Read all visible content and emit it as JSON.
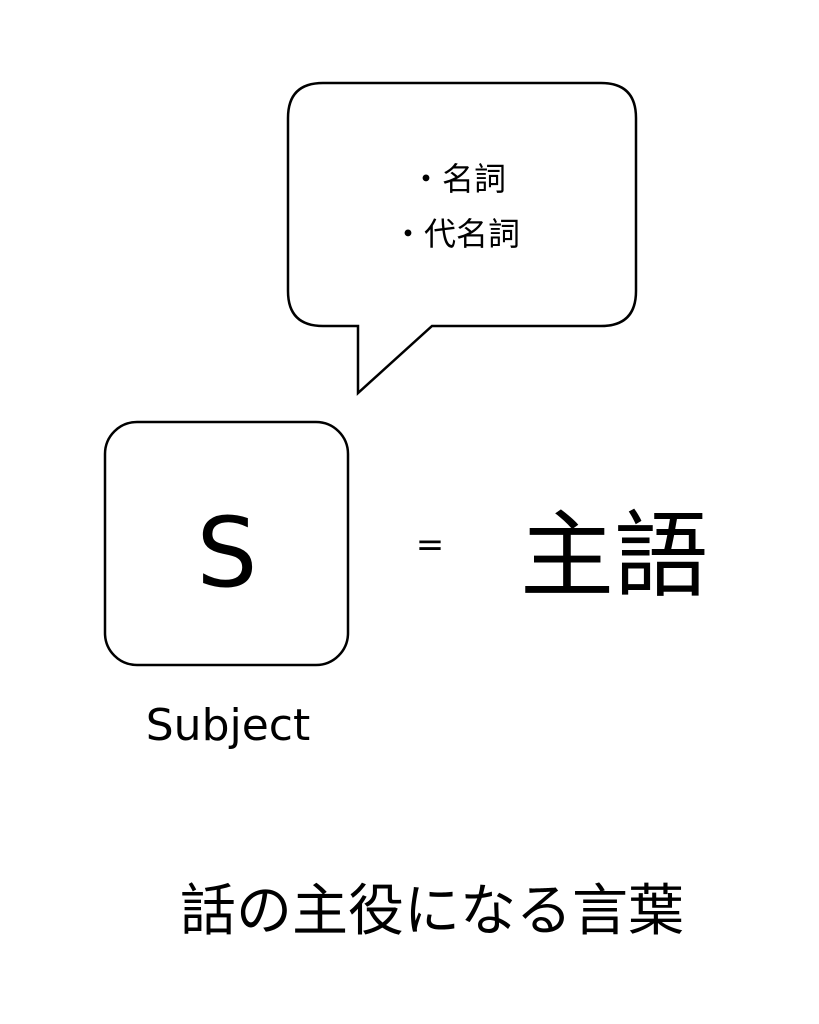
{
  "bubble": {
    "items": [
      "・名詞",
      "・代名詞"
    ]
  },
  "symbol": {
    "letter": "S",
    "caption": "Subject"
  },
  "equals": "=",
  "term": "主語",
  "description": "話の主役になる言葉",
  "colors": {
    "stroke": "#000000",
    "background": "#ffffff"
  }
}
